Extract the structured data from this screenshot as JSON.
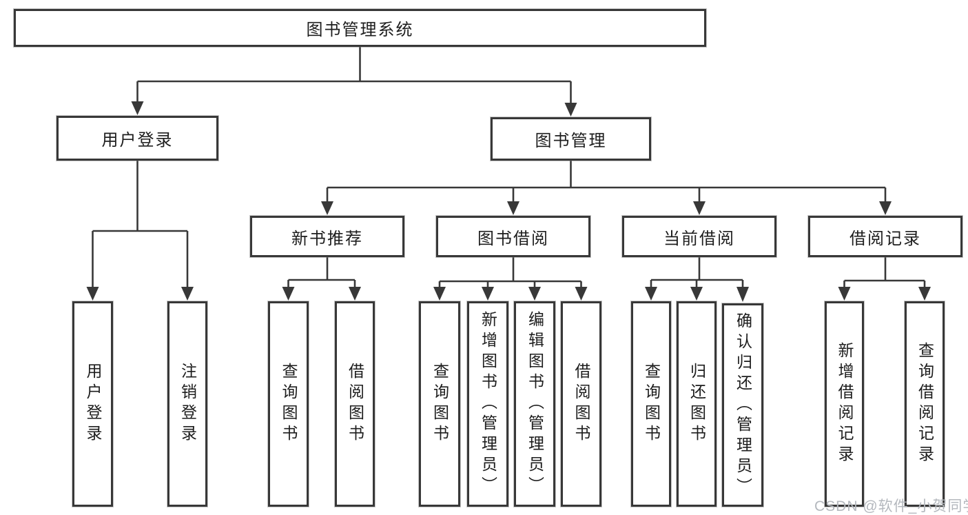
{
  "tree": {
    "root": {
      "label": "图书管理系统"
    },
    "children": [
      {
        "label": "用户登录",
        "children": [
          {
            "label": "用户登录"
          },
          {
            "label": "注销登录"
          }
        ]
      },
      {
        "label": "图书管理",
        "children": [
          {
            "label": "新书推荐",
            "children": [
              {
                "label": "查询图书"
              },
              {
                "label": "借阅图书"
              }
            ]
          },
          {
            "label": "图书借阅",
            "children": [
              {
                "label": "查询图书"
              },
              {
                "label": "新增图书（管理员）"
              },
              {
                "label": "编辑图书（管理员）"
              },
              {
                "label": "借阅图书"
              }
            ]
          },
          {
            "label": "当前借阅",
            "children": [
              {
                "label": "查询图书"
              },
              {
                "label": "归还图书"
              },
              {
                "label": "确认归还（管理员）"
              }
            ]
          },
          {
            "label": "借阅记录",
            "children": [
              {
                "label": "新增借阅记录"
              },
              {
                "label": "查询借阅记录"
              }
            ]
          }
        ]
      }
    ]
  },
  "watermark": "CSDN @软件_小贺同学",
  "colors": {
    "line": "#383838",
    "text": "#1d1d1d",
    "watermark": "#b4b8be",
    "background": "#ffffff"
  }
}
